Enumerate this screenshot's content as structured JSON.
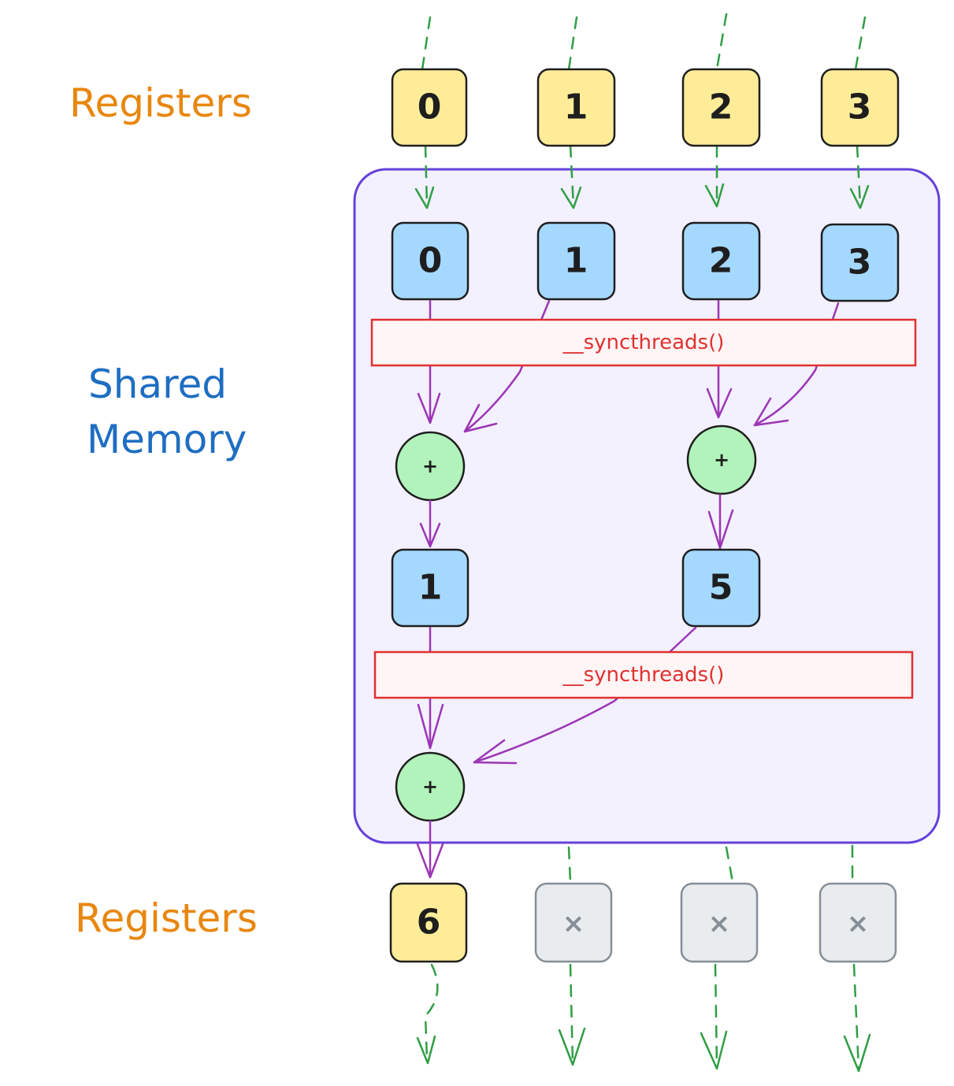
{
  "labels": {
    "registers_top": "Registers",
    "shared_line1": "Shared",
    "shared_line2": "Memory",
    "registers_bottom": "Registers"
  },
  "registers_top": [
    "0",
    "1",
    "2",
    "3"
  ],
  "shared_row1": [
    "0",
    "1",
    "2",
    "3"
  ],
  "sync_label_1": "__syncthreads()",
  "sync_label_2": "__syncthreads()",
  "plus_symbol": "+",
  "shared_row2": [
    "1",
    "5"
  ],
  "registers_bottom": {
    "result": "6",
    "inactive": [
      "×",
      "×",
      "×"
    ]
  },
  "colors": {
    "register_fill": "#ffec99",
    "shared_fill": "#a5d8ff",
    "plus_fill": "#b2f2bb",
    "inactive_fill": "#e9ecef",
    "block_fill": "#f3f0ff",
    "block_stroke": "#6741d9",
    "sync_fill": "#fff5f5",
    "sync_stroke": "#e03131",
    "register_label": "#e8870e",
    "shared_label": "#1e6ec2",
    "dashed_arrow": "#2f9e44",
    "flow_arrow": "#9c36b5"
  }
}
